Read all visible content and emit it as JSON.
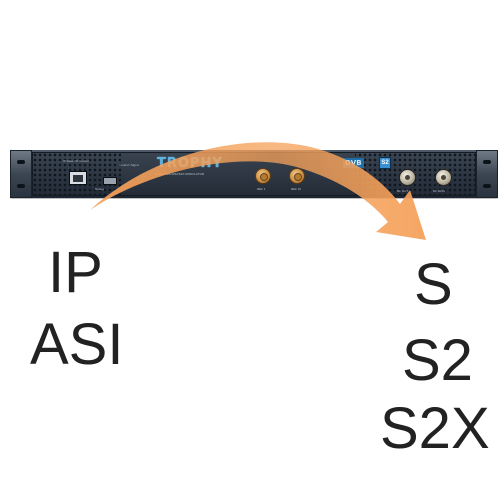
{
  "device": {
    "brand": "TROPHY",
    "subtitle": "ASI/IP DVB-S/S2/S2X MODULATOR",
    "left_labels": [
      "IP Data / IP Control",
      "Control / Mgmt",
      "Debug"
    ],
    "knob_labels": [
      "REF 1",
      "REF IN"
    ],
    "dvb_logo": "DVB",
    "s2_logo": "S2",
    "rf_labels": [
      "RF OUT",
      "RF MON"
    ],
    "accent_color": "#5ab4e6"
  },
  "arrow": {
    "color": "#f5a15a",
    "direction": "left-to-right"
  },
  "inputs": {
    "items": [
      "IP",
      "ASI"
    ]
  },
  "outputs": {
    "items": [
      "S",
      "S2",
      "S2X"
    ]
  }
}
